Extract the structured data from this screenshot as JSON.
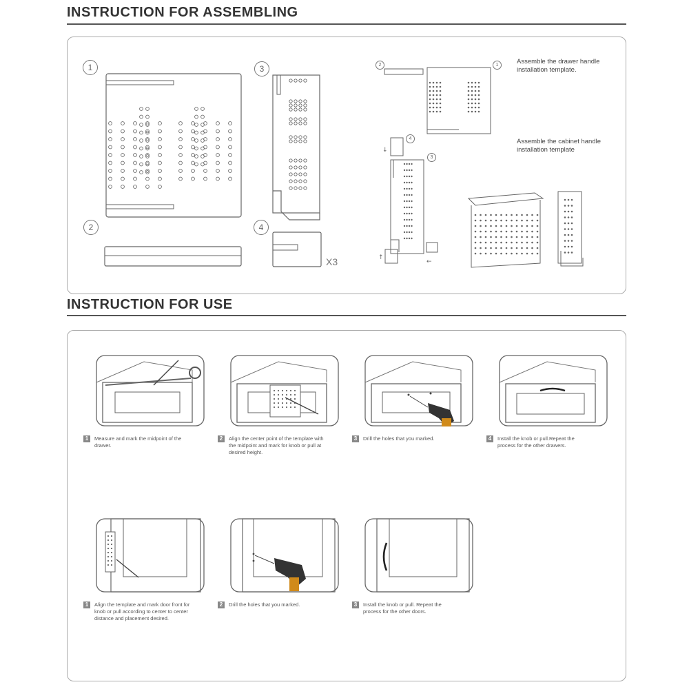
{
  "sections": {
    "assembling_title": "INSTRUCTION FOR ASSEMBLING",
    "use_title": "INSTRUCTION FOR USE"
  },
  "assembling": {
    "parts": {
      "p1": "1",
      "p2": "2",
      "p3": "3",
      "p4": "4",
      "x3": "X3"
    },
    "drawer_note": "Assemble the drawer handle installation template.",
    "cabinet_note": "Assemble the cabinet handle installation template"
  },
  "drawer_steps": [
    {
      "num": "1",
      "text": "Measure and mark the midpoint of the drawer."
    },
    {
      "num": "2",
      "text": "Align the center point of the template with the midpoint and mark for knob or pull at desired height."
    },
    {
      "num": "3",
      "text": "Drill the holes that you marked."
    },
    {
      "num": "4",
      "text": "Install the knob or pull.Repeat the process for the other drawers."
    }
  ],
  "door_steps": [
    {
      "num": "1",
      "text": "Align the template and mark door front for knob or pull according to center to center distance and placement desired."
    },
    {
      "num": "2",
      "text": "Drill the holes that you marked."
    },
    {
      "num": "3",
      "text": "Install the knob or pull. Repeat the process for the other doors."
    }
  ]
}
